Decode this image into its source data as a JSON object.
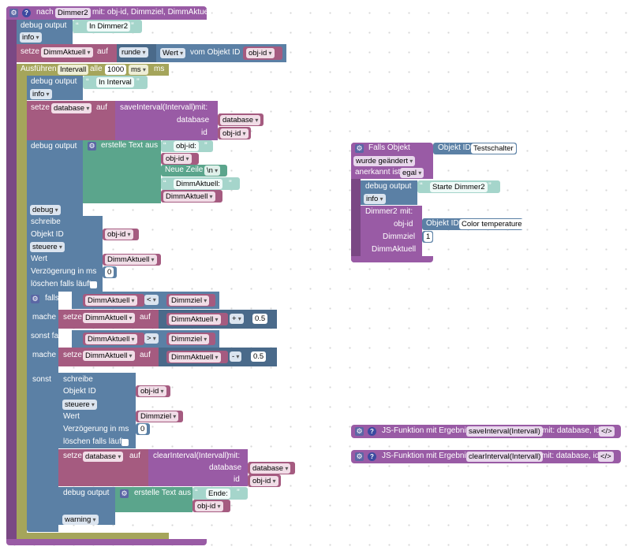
{
  "main": {
    "proc_nach": "nach",
    "proc_name": "Dimmer2",
    "proc_params": "mit: obj-id, Dimmziel, DimmAktuell",
    "debug1_label": "debug output",
    "debug1_text": "In Dimmer2",
    "debug1_level": "info",
    "setze_label": "setze",
    "setze_var": "DimmAktuell",
    "auf_label": "auf",
    "runde": "runde",
    "wert": "Wert",
    "vom_objekt_id": "vom Objekt ID",
    "obj_id": "obj-id",
    "ausfuehren": "Ausführen",
    "intervall": "Intervall",
    "alle": "alle",
    "interval_value": "1000",
    "ms": "ms",
    "ms2": "ms",
    "debug2_text": "In Interval",
    "setze_db": "database",
    "save_interval": "saveInterval(Intervall)",
    "mit": "mit:",
    "database_label": "database",
    "database_value": "database",
    "id_label": "id",
    "id_value": "obj-id",
    "erstelle_text_aus": "erstelle Text aus",
    "t_objid": "obj-id:",
    "t_objid_var": "obj-id",
    "neue_zeile": "Neue Zeile",
    "neue_zeile_val": "\\n",
    "t_dimmaktuell": "DimmAktuell:",
    "t_dimmaktuell_var": "DimmAktuell",
    "debug_level_debug": "debug",
    "schreibe": "schreibe",
    "objekt_id": "Objekt ID",
    "steuere": "steuere",
    "wert_label": "Wert",
    "verzoegerung": "Verzögerung in ms",
    "verz_value": "0",
    "loeschen": "löschen falls läuft",
    "falls": "falls",
    "op_lt": "<",
    "op_gt": ">",
    "dimmziel": "Dimmziel",
    "mache": "mache",
    "plus": "+",
    "minus": "-",
    "step": "0.5",
    "sonst_falls": "sonst falls",
    "sonst": "sonst",
    "clear_interval": "clearInterval(Intervall)",
    "ende": "Ende:",
    "warning": "warning"
  },
  "trigger": {
    "falls_objekt": "Falls Objekt",
    "objekt_id": "Objekt ID",
    "objekt_name": "Testschalter",
    "wurde_geaendert": "wurde geändert",
    "anerkannt_ist": "anerkannt ist",
    "egal": "egal",
    "debug_output": "debug output",
    "debug_text": "Starte Dimmer2",
    "debug_level": "info",
    "call_name": "Dimmer2",
    "call_mit": "mit:",
    "p_objid": "obj-id",
    "p_dimmziel": "Dimmziel",
    "p_dimmaktuell": "DimmAktuell",
    "objekt_id2": "Objekt ID",
    "objekt_name2": "Color temperature",
    "dimmziel_value": "1"
  },
  "jsfunc": {
    "label": "JS-Funktion mit Ergebnis",
    "f1_name": "saveInterval(Intervall)",
    "f2_name": "clearInterval(Intervall)",
    "params": "mit: database, id",
    "code_icon": "</>"
  },
  "icons": {
    "gear": "⚙",
    "help": "?",
    "quote_open": "“",
    "quote_close": "”"
  }
}
